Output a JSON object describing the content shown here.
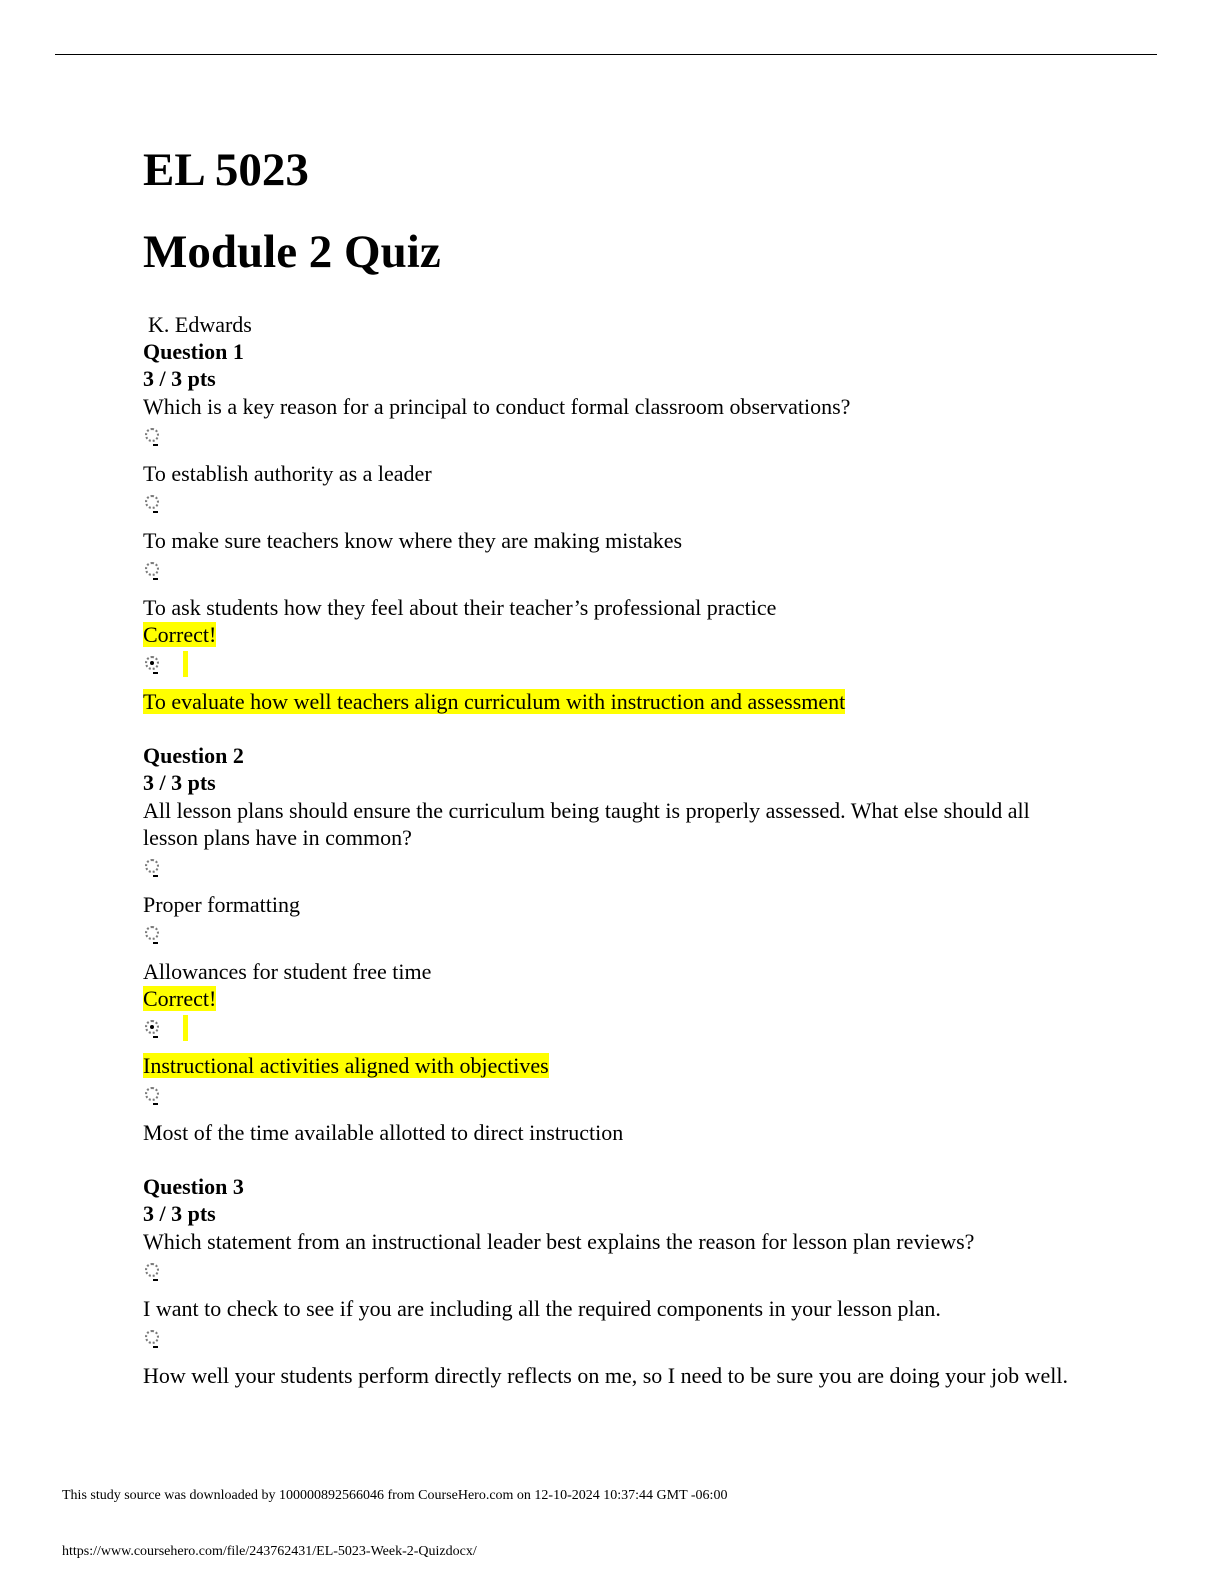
{
  "doc": {
    "title_line1": "EL 5023",
    "title_line2": "Module 2 Quiz",
    "author": "K. Edwards"
  },
  "questions": [
    {
      "heading": "Question 1",
      "points": "3 / 3 pts",
      "prompt": "Which is a key reason for a principal to conduct formal classroom observations?",
      "options": [
        {
          "text": "To establish authority as a leader",
          "correct": false
        },
        {
          "text": "To make sure teachers know where they are making mistakes",
          "correct": false
        },
        {
          "text": "To ask students how they feel about their teacher’s professional practice",
          "correct": false
        },
        {
          "text": "To evaluate how well teachers align curriculum with instruction and assessment",
          "correct": true
        }
      ]
    },
    {
      "heading": "Question 2",
      "points": "3 / 3 pts",
      "prompt": "All lesson plans should ensure the curriculum being taught is properly assessed. What else should all lesson plans have in common?",
      "options": [
        {
          "text": "Proper formatting",
          "correct": false
        },
        {
          "text": "Allowances for student free time",
          "correct": false
        },
        {
          "text": "Instructional activities aligned with objectives",
          "correct": true
        },
        {
          "text": "Most of the time available allotted to direct instruction",
          "correct": false
        }
      ]
    },
    {
      "heading": "Question 3",
      "points": "3 / 3 pts",
      "prompt": "Which statement from an instructional leader best explains the reason for lesson plan reviews?",
      "options": [
        {
          "text": "I want to check to see if you are including all the required components in your lesson plan.",
          "correct": false
        },
        {
          "text": "How well your students perform directly reflects on me, so I need to be sure you are doing your job well.",
          "correct": false
        }
      ]
    }
  ],
  "correct_label": "Correct!",
  "colors": {
    "highlight": "#ffff00"
  },
  "footer": {
    "source_line": "This study source was downloaded by 100000892566046 from CourseHero.com on 12-10-2024 10:37:44 GMT -06:00",
    "url_line": "https://www.coursehero.com/file/243762431/EL-5023-Week-2-Quizdocx/"
  }
}
